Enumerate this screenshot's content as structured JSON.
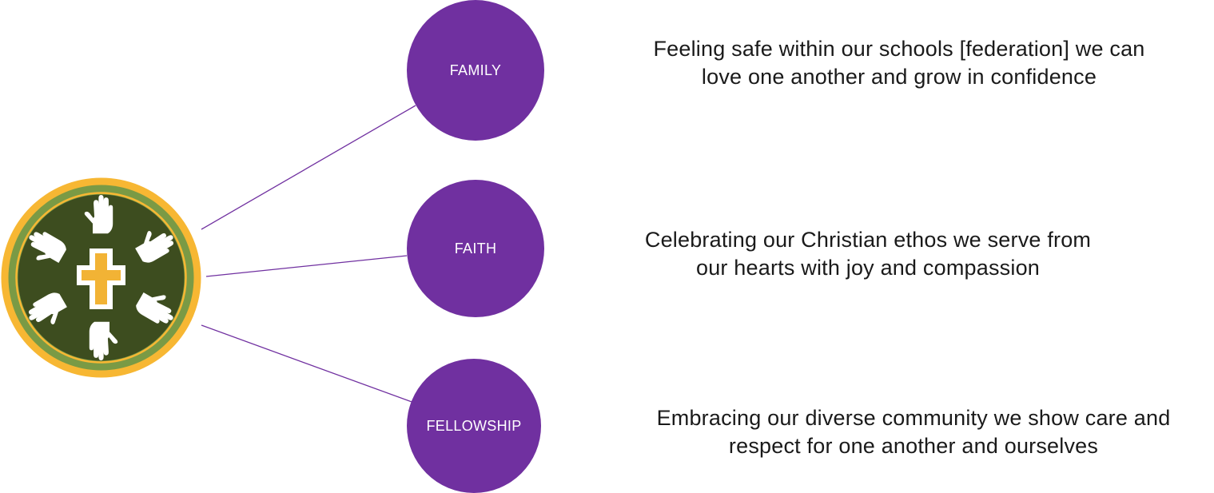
{
  "colors": {
    "circle": "#7030a0",
    "connector": "#7030a0",
    "logo_outer_ring": "#f7b733",
    "logo_green_ring": "#7a9a45",
    "logo_center": "#3d4d1f",
    "logo_cross": "#f2b335",
    "logo_hands": "#ffffff"
  },
  "logo": {
    "icon": "school-crest-hands-cross"
  },
  "values": [
    {
      "label": "FAMILY",
      "description_lines": [
        "Feeling safe within our schools [federation] we can",
        "love one another and grow in confidence"
      ]
    },
    {
      "label": "FAITH",
      "description_lines": [
        "Celebrating our Christian ethos we serve from",
        "our hearts with joy and compassion"
      ]
    },
    {
      "label": "FELLOWSHIP",
      "description_lines": [
        "Embracing our diverse community we show care and",
        "respect for one another and ourselves"
      ]
    }
  ]
}
